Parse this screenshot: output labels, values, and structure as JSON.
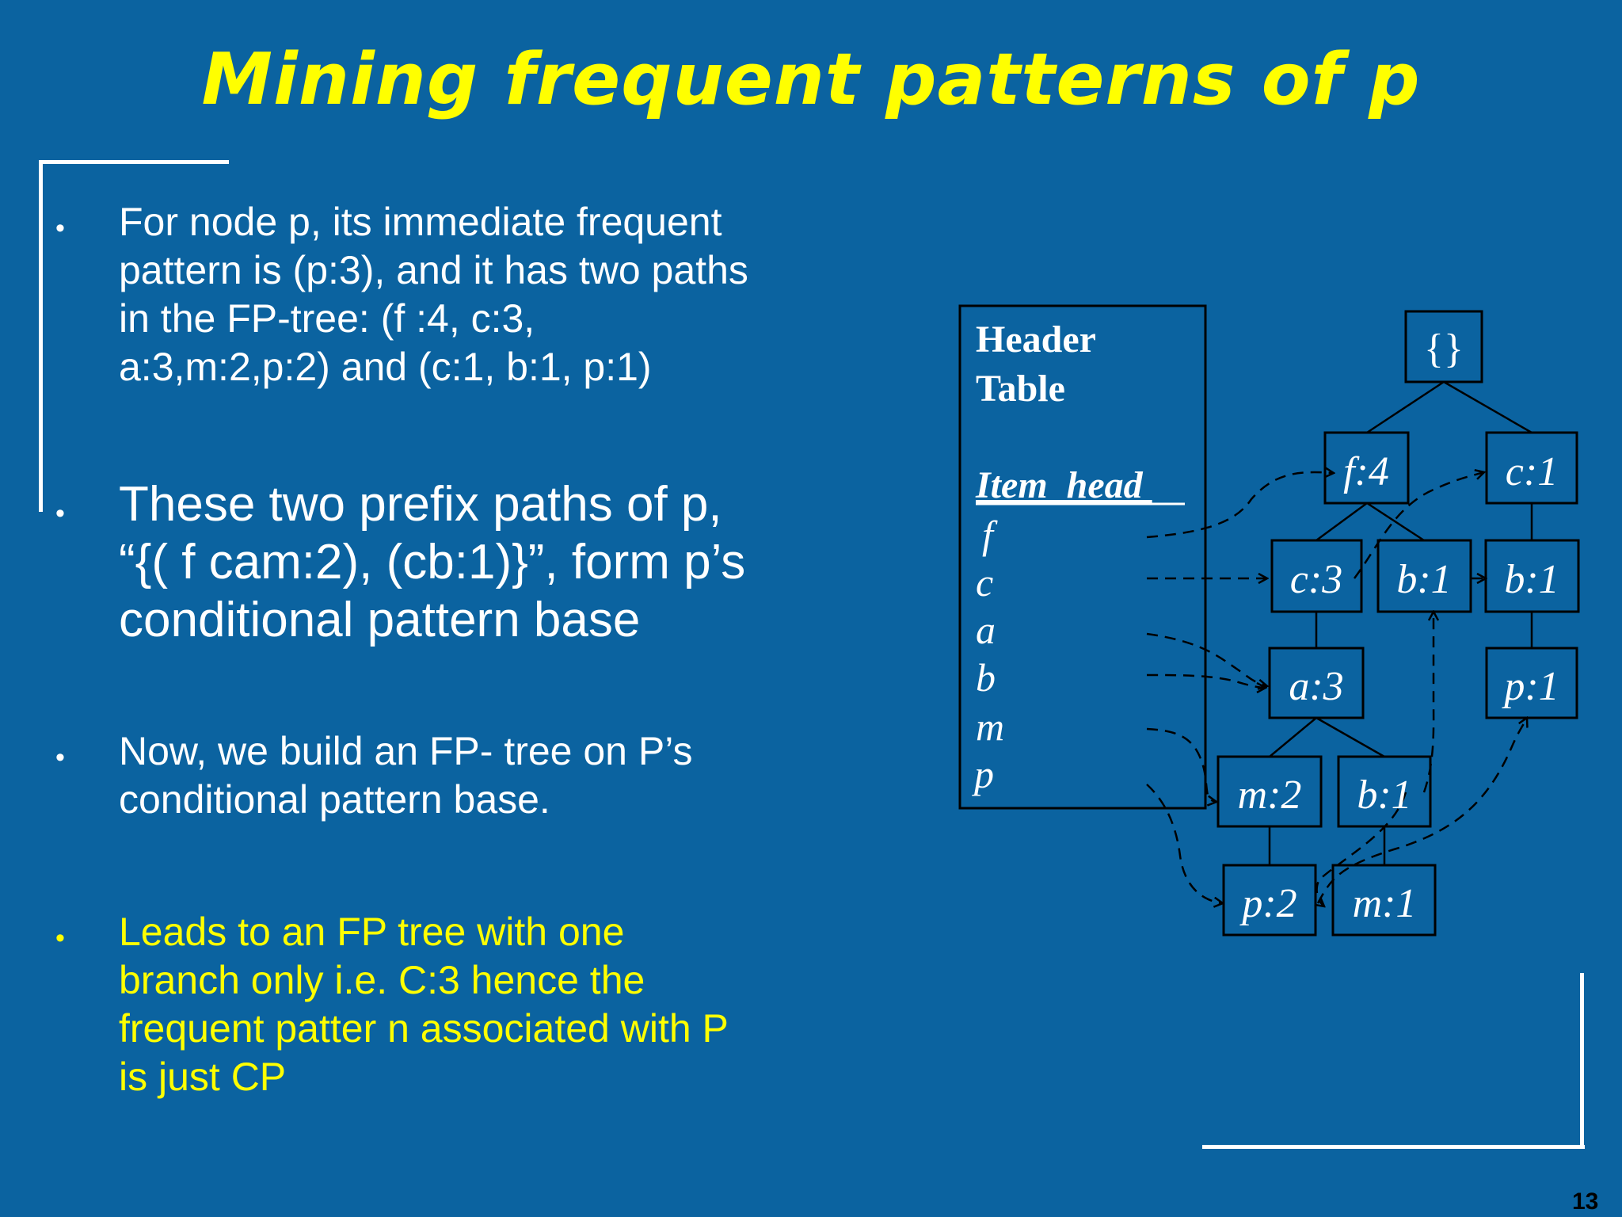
{
  "slide": {
    "title": "Mining frequent patterns of p",
    "page_number": "13"
  },
  "bullets": [
    {
      "lines": [
        "For node p, its immediate frequent",
        "pattern is (p:3), and it has two paths",
        "in the FP-tree: (f :4, c:3,",
        "a:3,m:2,p:2) and (c:1, b:1, p:1)"
      ]
    },
    {
      "lines": [
        "These two prefix paths of p,",
        "“{( f cam:2), (cb:1)}”, form p’s",
        "conditional pattern base"
      ]
    },
    {
      "lines": [
        "Now, we build an FP- tree on P’s",
        "conditional pattern base."
      ]
    },
    {
      "lines": [
        "Leads to an FP tree with one",
        "branch only i.e. C:3 hence the",
        "frequent patter n associated with P",
        "is just CP"
      ]
    }
  ],
  "header_table": {
    "title_line1": "Header",
    "title_line2": "Table",
    "column_heading": "Item  head ",
    "items": [
      "f",
      "c",
      "a",
      "b",
      "m",
      "p"
    ]
  },
  "tree": {
    "root": "{}",
    "nodes": [
      {
        "id": "f4",
        "label": "f:4"
      },
      {
        "id": "c3",
        "label": "c:3"
      },
      {
        "id": "b1a",
        "label": "b:1"
      },
      {
        "id": "a3",
        "label": "a:3"
      },
      {
        "id": "m2",
        "label": "m:2"
      },
      {
        "id": "b1b",
        "label": "b:1"
      },
      {
        "id": "p2",
        "label": "p:2"
      },
      {
        "id": "m1",
        "label": "m:1"
      },
      {
        "id": "c1",
        "label": "c:1"
      },
      {
        "id": "b1c",
        "label": "b:1"
      },
      {
        "id": "p1",
        "label": "p:1"
      }
    ]
  },
  "colors": {
    "background": "#0b63a0",
    "title": "#ffff00",
    "body_text": "#ffffff",
    "highlight_text": "#ffff00",
    "diagram_lines": "#000000"
  }
}
